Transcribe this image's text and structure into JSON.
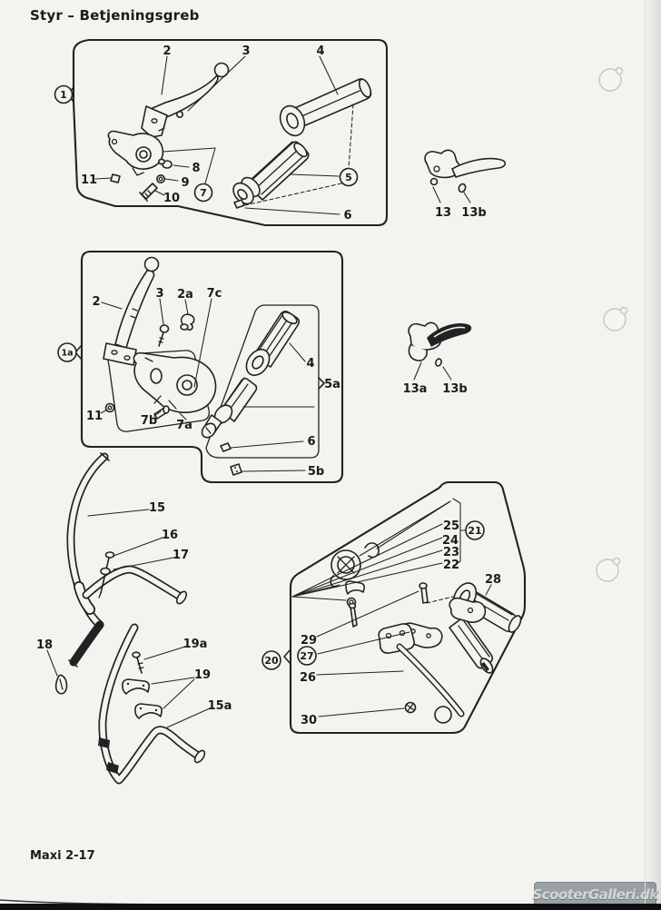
{
  "page": {
    "title": "Styr – Betjeningsgreb",
    "footer": "Maxi 2-17",
    "watermark": "ScooterGalleri.dk"
  },
  "colors": {
    "ink": "#222222",
    "paper": "#f4f3ef",
    "watermark_bg": "#99a1a5",
    "watermark_text": "#d3d8da"
  },
  "groups": {
    "assembly1": {
      "badge": "1",
      "badge_housing": "7",
      "badge_sleeve": "5",
      "parts": {
        "lever": "2",
        "cable": "3",
        "grip": "4",
        "clip": "6",
        "bolt": "8",
        "washer": "9",
        "screw": "10",
        "nut": "11"
      }
    },
    "levers_top": {
      "lever": "13",
      "pin": "13b"
    },
    "assembly1a": {
      "badge": "1a",
      "parts": {
        "lever": "2",
        "screw": "3",
        "hook": "2a",
        "rod": "7c",
        "grip": "4",
        "tube": "5a",
        "nut": "11",
        "bolt": "7b",
        "housing": "7a",
        "clip": "6",
        "block": "5b"
      }
    },
    "levers_mid": {
      "lever": "13a",
      "pin": "13b"
    },
    "handlebar": {
      "bar_upper": "15",
      "bolt": "16",
      "expander": "17",
      "plug": "18",
      "clamp_bolt": "19a",
      "clamps": "19",
      "bar_lower": "15a"
    },
    "assembly20": {
      "badge": "20",
      "badge_switch": "21",
      "badge_clamp": "27",
      "parts": {
        "p25": "25",
        "p24": "24",
        "p23": "23",
        "p22": "22",
        "grip": "28",
        "bolt": "29",
        "lever": "26",
        "nut": "30"
      }
    }
  }
}
